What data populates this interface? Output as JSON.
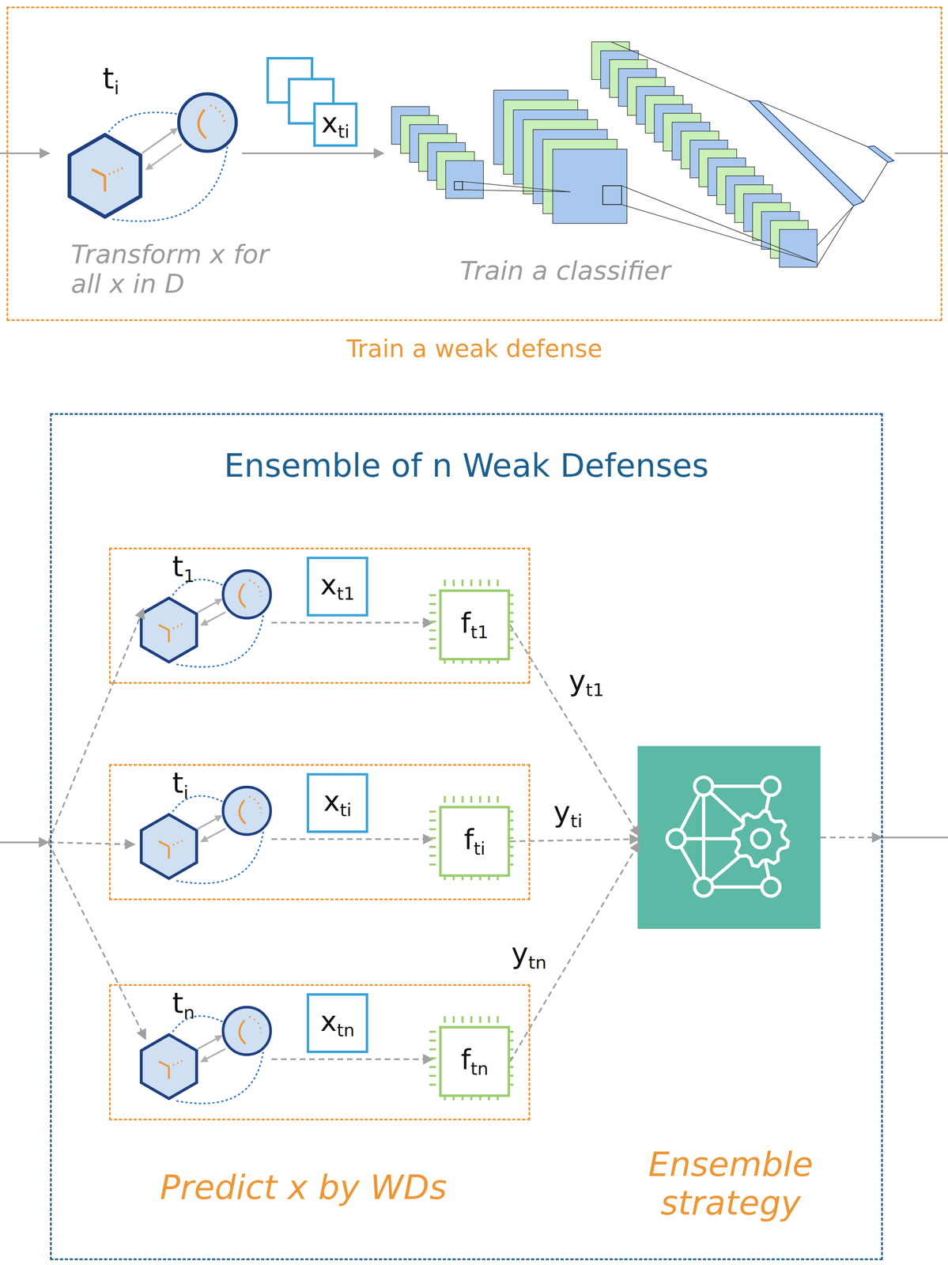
{
  "diagram": {
    "nodes": [
      {
        "text": [
          "Train a weak defense"
        ]
      },
      {
        "text": [
          "xti"
        ],
        "in": 0
      },
      {
        "text": [
          "Ensemble of n Weak Defenses"
        ]
      },
      {
        "text": [
          "t1"
        ],
        "in": 2
      },
      {
        "text": [
          "xt1"
        ],
        "in": 3
      },
      {
        "text": [
          "ft1"
        ],
        "in": 3
      },
      {
        "text": [
          "ti"
        ],
        "in": 2
      },
      {
        "text": [
          "xti"
        ],
        "in": 6
      },
      {
        "text": [
          "fti"
        ],
        "in": 6
      },
      {
        "text": [
          "tn"
        ],
        "in": 2
      },
      {
        "text": [
          "xtn"
        ],
        "in": 9
      },
      {
        "text": [
          "ftn"
        ],
        "in": 9
      },
      {
        "text": [
          "Ensemble strategy"
        ],
        "in": 2
      }
    ],
    "edges": [
      {
        "from": 5,
        "to": 12,
        "arrow": "to",
        "label": "yt1"
      },
      {
        "from": 8,
        "to": 12,
        "arrow": "to",
        "label": "yti"
      },
      {
        "from": 11,
        "to": 12,
        "arrow": "to",
        "label": "ytn"
      }
    ],
    "labels": [
      "ti",
      "Transform x for all x in D",
      "Train a classifier",
      "Predict x by WDs"
    ]
  }
}
